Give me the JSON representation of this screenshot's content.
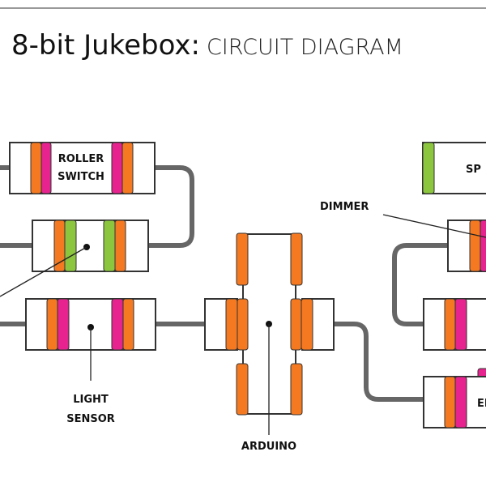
{
  "title": {
    "main": "8-bit Jukebox:",
    "sub": "CIRCUIT DIAGRAM"
  },
  "labels": {
    "roller_switch": [
      "ROLLER",
      "SWITCH"
    ],
    "light_sensor": [
      "LIGHT",
      "SENSOR"
    ],
    "arduino": "ARDUINO",
    "dimmer": "DIMMER",
    "speaker_partial": "SP",
    "bottom_right_partial": "EL"
  },
  "colors": {
    "orange": "#f47920",
    "pink": "#e6238e",
    "green": "#8cc63f",
    "wire": "#666666",
    "outline": "#333333"
  }
}
